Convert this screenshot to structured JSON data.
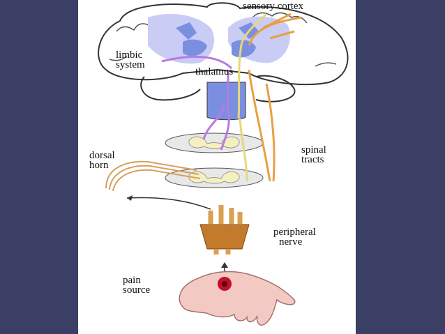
{
  "slide": {
    "background_color": "#3b3f66",
    "slide_color": "#ffffff"
  },
  "diagram": {
    "labels": {
      "sensory_cortex": "sensory cortex",
      "limbic_system_line1": "limbic",
      "limbic_system_line2": "system",
      "thalamus": "thalamus",
      "dorsal_horn_line1": "dorsal",
      "dorsal_horn_line2": "horn",
      "spinal_tracts_line1": "spinal",
      "spinal_tracts_line2": "tracts",
      "peripheral_nerve_line1": "peripheral",
      "peripheral_nerve_line2": "nerve",
      "pain_source_line1": "pain",
      "pain_source_line2": "source"
    },
    "colors": {
      "brain_blue": "#7b8fe0",
      "brain_light": "#c9ccf5",
      "pathway_purple": "#b77be0",
      "pathway_yellow": "#e8d77a",
      "pathway_orange": "#e8a040",
      "nerve_bronze": "#c47a2c",
      "wound_red": "#c0102a",
      "hand_skin": "#f3c9c4"
    }
  }
}
